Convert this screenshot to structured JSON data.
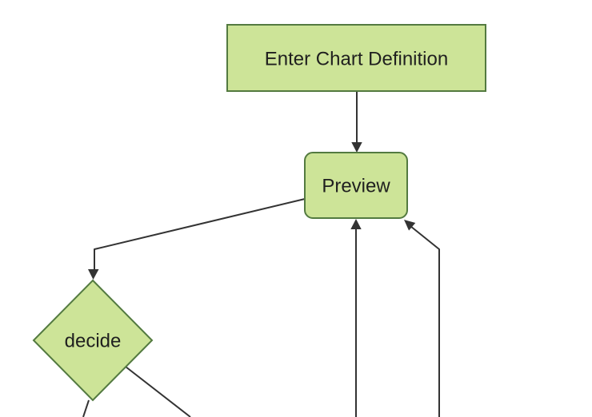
{
  "diagram": {
    "type": "flowchart",
    "background": "#ffffff",
    "node_fill": "#cde498",
    "node_stroke": "#537a40",
    "edge_color": "#333333",
    "label_color": "#1f1f1f",
    "nodes": [
      {
        "id": "enter",
        "label": "Enter Chart Definition",
        "shape": "rectangle"
      },
      {
        "id": "preview",
        "label": "Preview",
        "shape": "rounded-rectangle"
      },
      {
        "id": "decide",
        "label": "decide",
        "shape": "diamond"
      }
    ],
    "edges": [
      {
        "from": "enter",
        "to": "preview",
        "arrow": true
      },
      {
        "from": "preview",
        "to": "decide",
        "arrow": true
      },
      {
        "from": "offscreen-bottom-center",
        "to": "preview",
        "arrow": true
      },
      {
        "from": "offscreen-bottom-right",
        "to": "preview",
        "arrow": true
      },
      {
        "from": "decide",
        "to": "offscreen-bottom-left",
        "arrow": false
      },
      {
        "from": "decide",
        "to": "offscreen-bottom-right",
        "arrow": false
      }
    ]
  }
}
